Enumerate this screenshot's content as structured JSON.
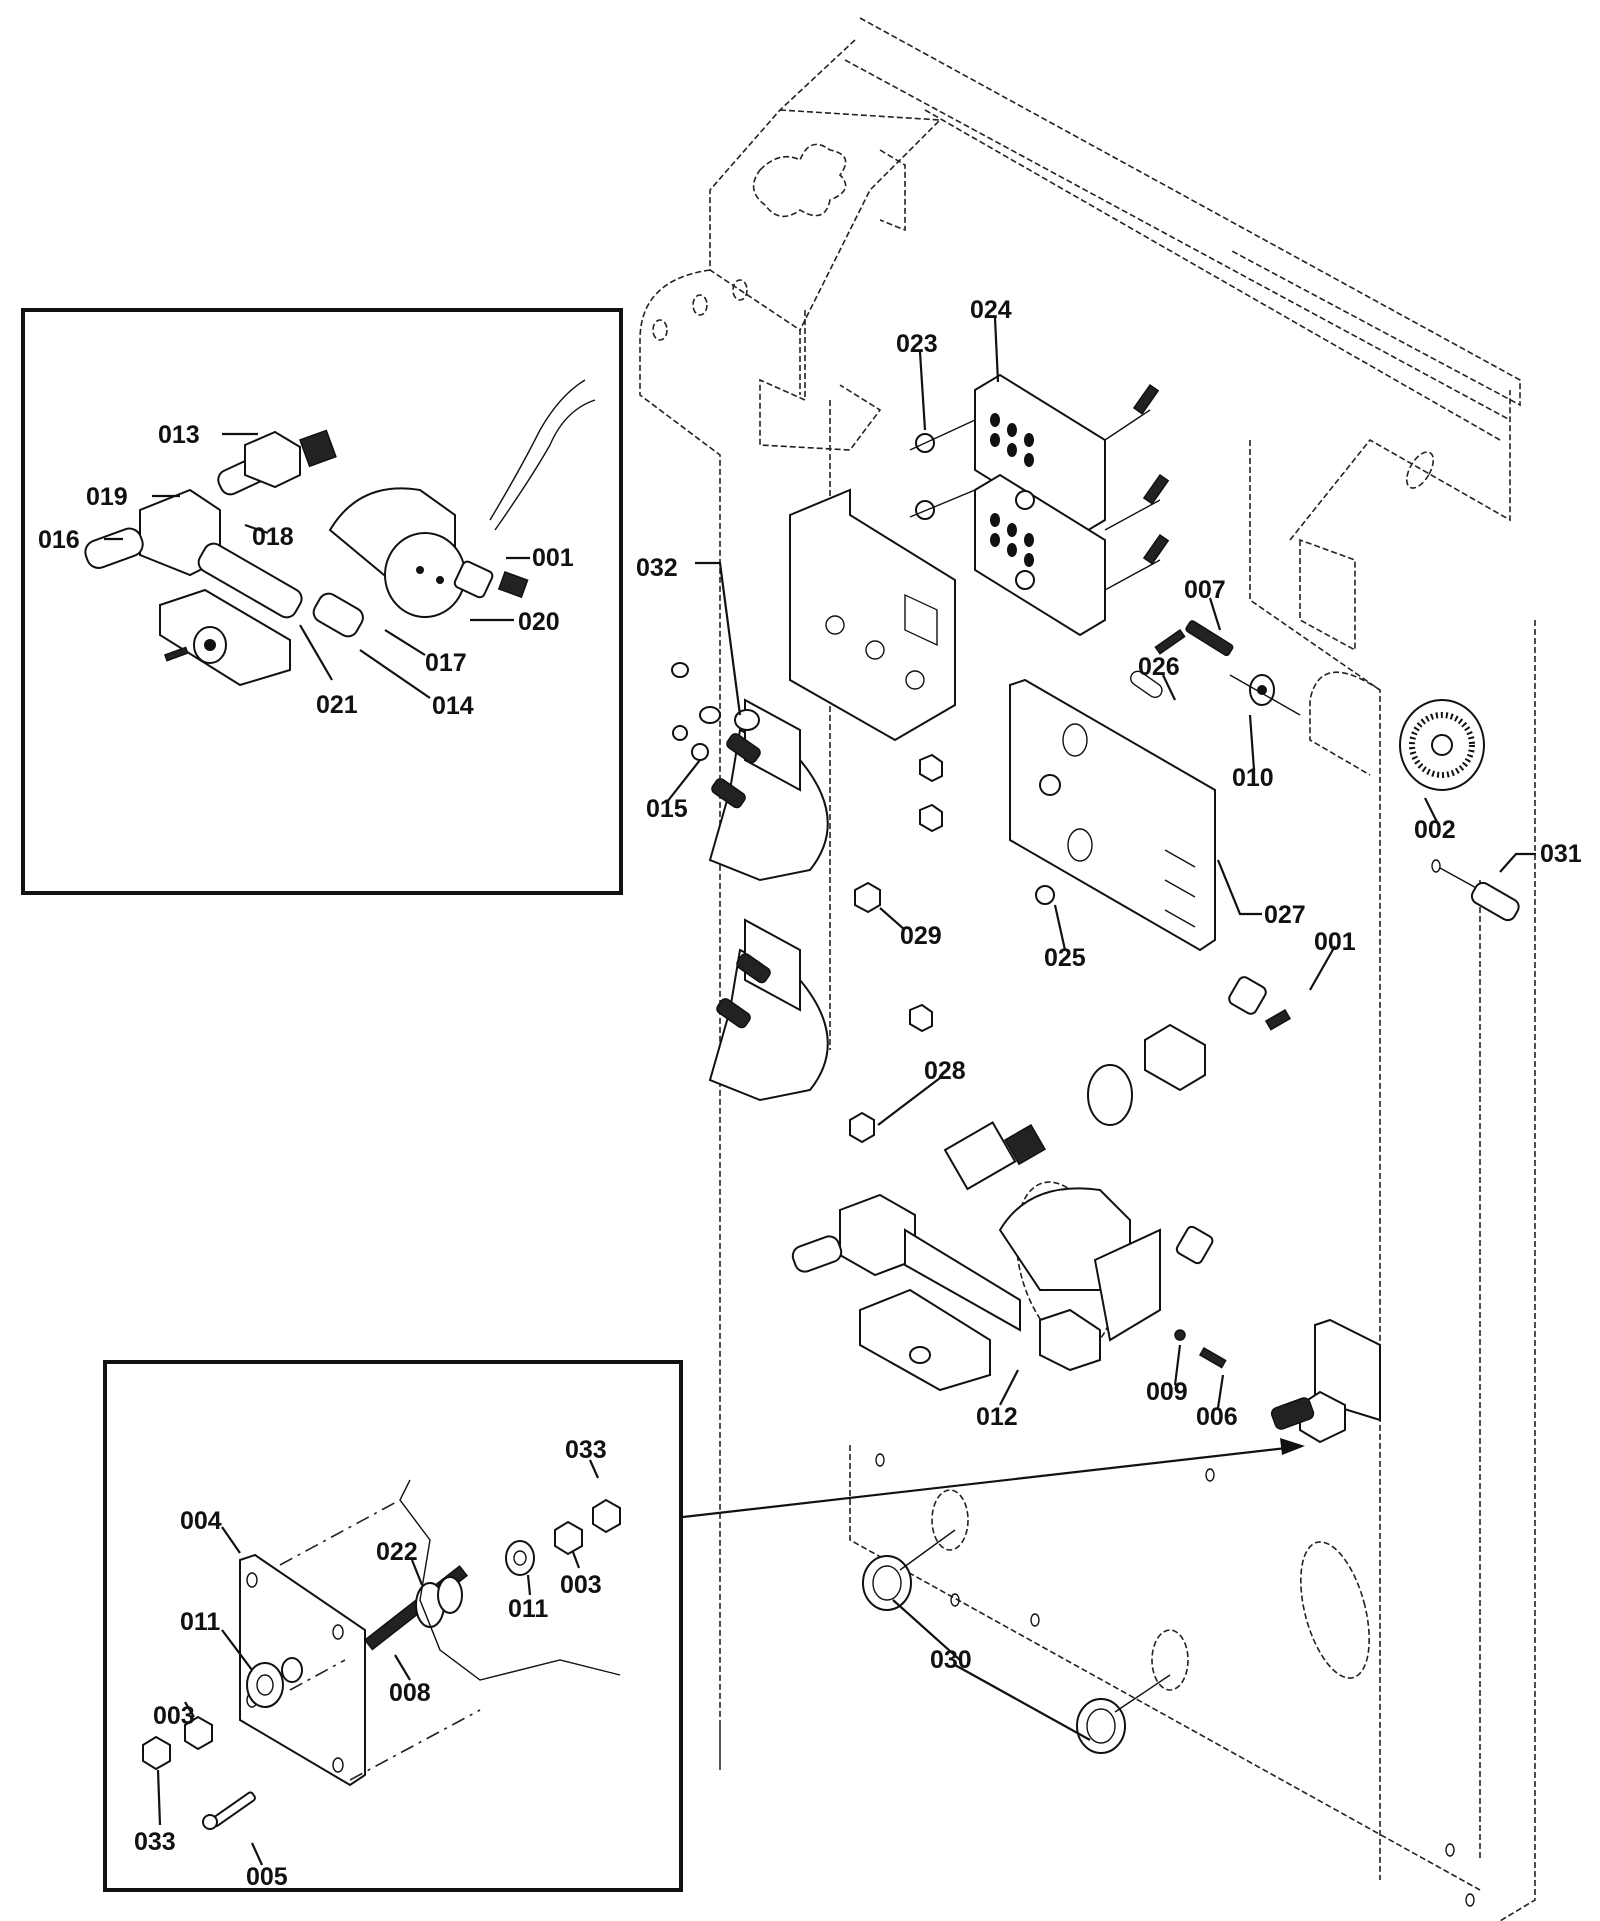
{
  "diagram": {
    "type": "exploded-parts-diagram",
    "subject": "panel assembly with solenoid valves, terminal blocks, relays and terminal stud",
    "insets": [
      {
        "name": "valve-assembly-detail",
        "labels": [
          "013",
          "019",
          "016",
          "018",
          "001",
          "020",
          "017",
          "021",
          "014"
        ]
      },
      {
        "name": "terminal-stud-detail",
        "labels": [
          "033",
          "004",
          "022",
          "003",
          "011",
          "011",
          "003",
          "008",
          "033",
          "005"
        ]
      }
    ],
    "main_labels": [
      "024",
      "023",
      "032",
      "007",
      "026",
      "010",
      "015",
      "002",
      "031",
      "027",
      "029",
      "025",
      "001",
      "028",
      "012",
      "009",
      "006",
      "030"
    ]
  },
  "labels": {
    "inset_top": {
      "p013": "013",
      "p019": "019",
      "p016": "016",
      "p018": "018",
      "p001": "001",
      "p020": "020",
      "p017": "017",
      "p021": "021",
      "p014": "014"
    },
    "main": {
      "p024": "024",
      "p023": "023",
      "p032": "032",
      "p007": "007",
      "p026": "026",
      "p010": "010",
      "p015": "015",
      "p002": "002",
      "p031": "031",
      "p027": "027",
      "p029": "029",
      "p025": "025",
      "p001": "001",
      "p028": "028",
      "p012": "012",
      "p009": "009",
      "p006": "006",
      "p030": "030"
    },
    "inset_bottom": {
      "p033a": "033",
      "p004": "004",
      "p022": "022",
      "p003a": "003",
      "p011a": "011",
      "p011b": "011",
      "p003b": "003",
      "p008": "008",
      "p033b": "033",
      "p005": "005"
    }
  }
}
